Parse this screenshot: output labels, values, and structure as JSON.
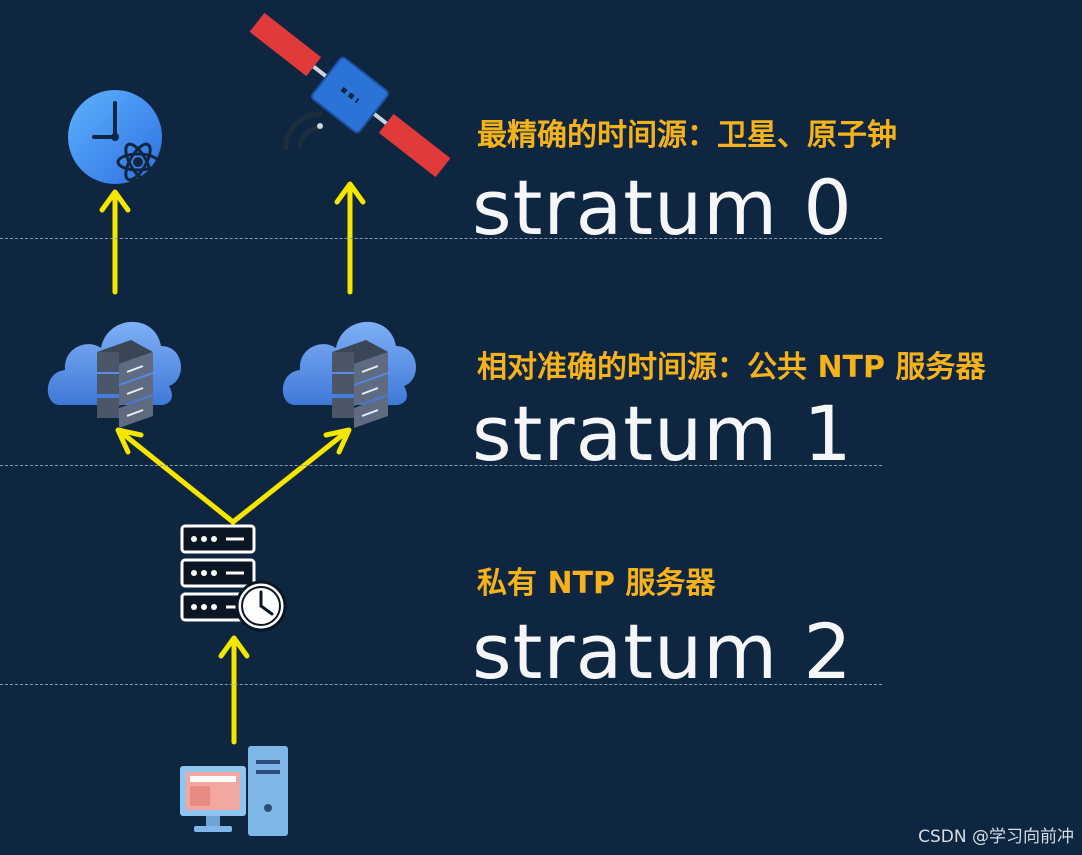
{
  "levels": [
    {
      "caption": "最精确的时间源：卫星、原子钟",
      "label": "stratum 0"
    },
    {
      "caption": "相对准确的时间源：公共 NTP 服务器",
      "label": "stratum 1"
    },
    {
      "caption": "私有 NTP 服务器",
      "label": "stratum 2"
    }
  ],
  "watermark": "CSDN @学习向前冲",
  "colors": {
    "background": "#0f2640",
    "caption": "#f6b21b",
    "label": "#f4f6f8",
    "arrow": "#f5e600",
    "divider": "#8a9bb0"
  },
  "nodes": {
    "stratum0": [
      "atomic-clock-icon",
      "satellite-icon"
    ],
    "stratum1": [
      "cloud-server-icon",
      "cloud-server-icon"
    ],
    "stratum2": [
      "server-clock-icon"
    ],
    "client": "desktop-computer-icon"
  },
  "edges": [
    [
      "client",
      "private-ntp-server"
    ],
    [
      "private-ntp-server",
      "cloud-server-left"
    ],
    [
      "private-ntp-server",
      "cloud-server-right"
    ],
    [
      "cloud-server-left",
      "atomic-clock"
    ],
    [
      "cloud-server-right",
      "satellite"
    ]
  ]
}
